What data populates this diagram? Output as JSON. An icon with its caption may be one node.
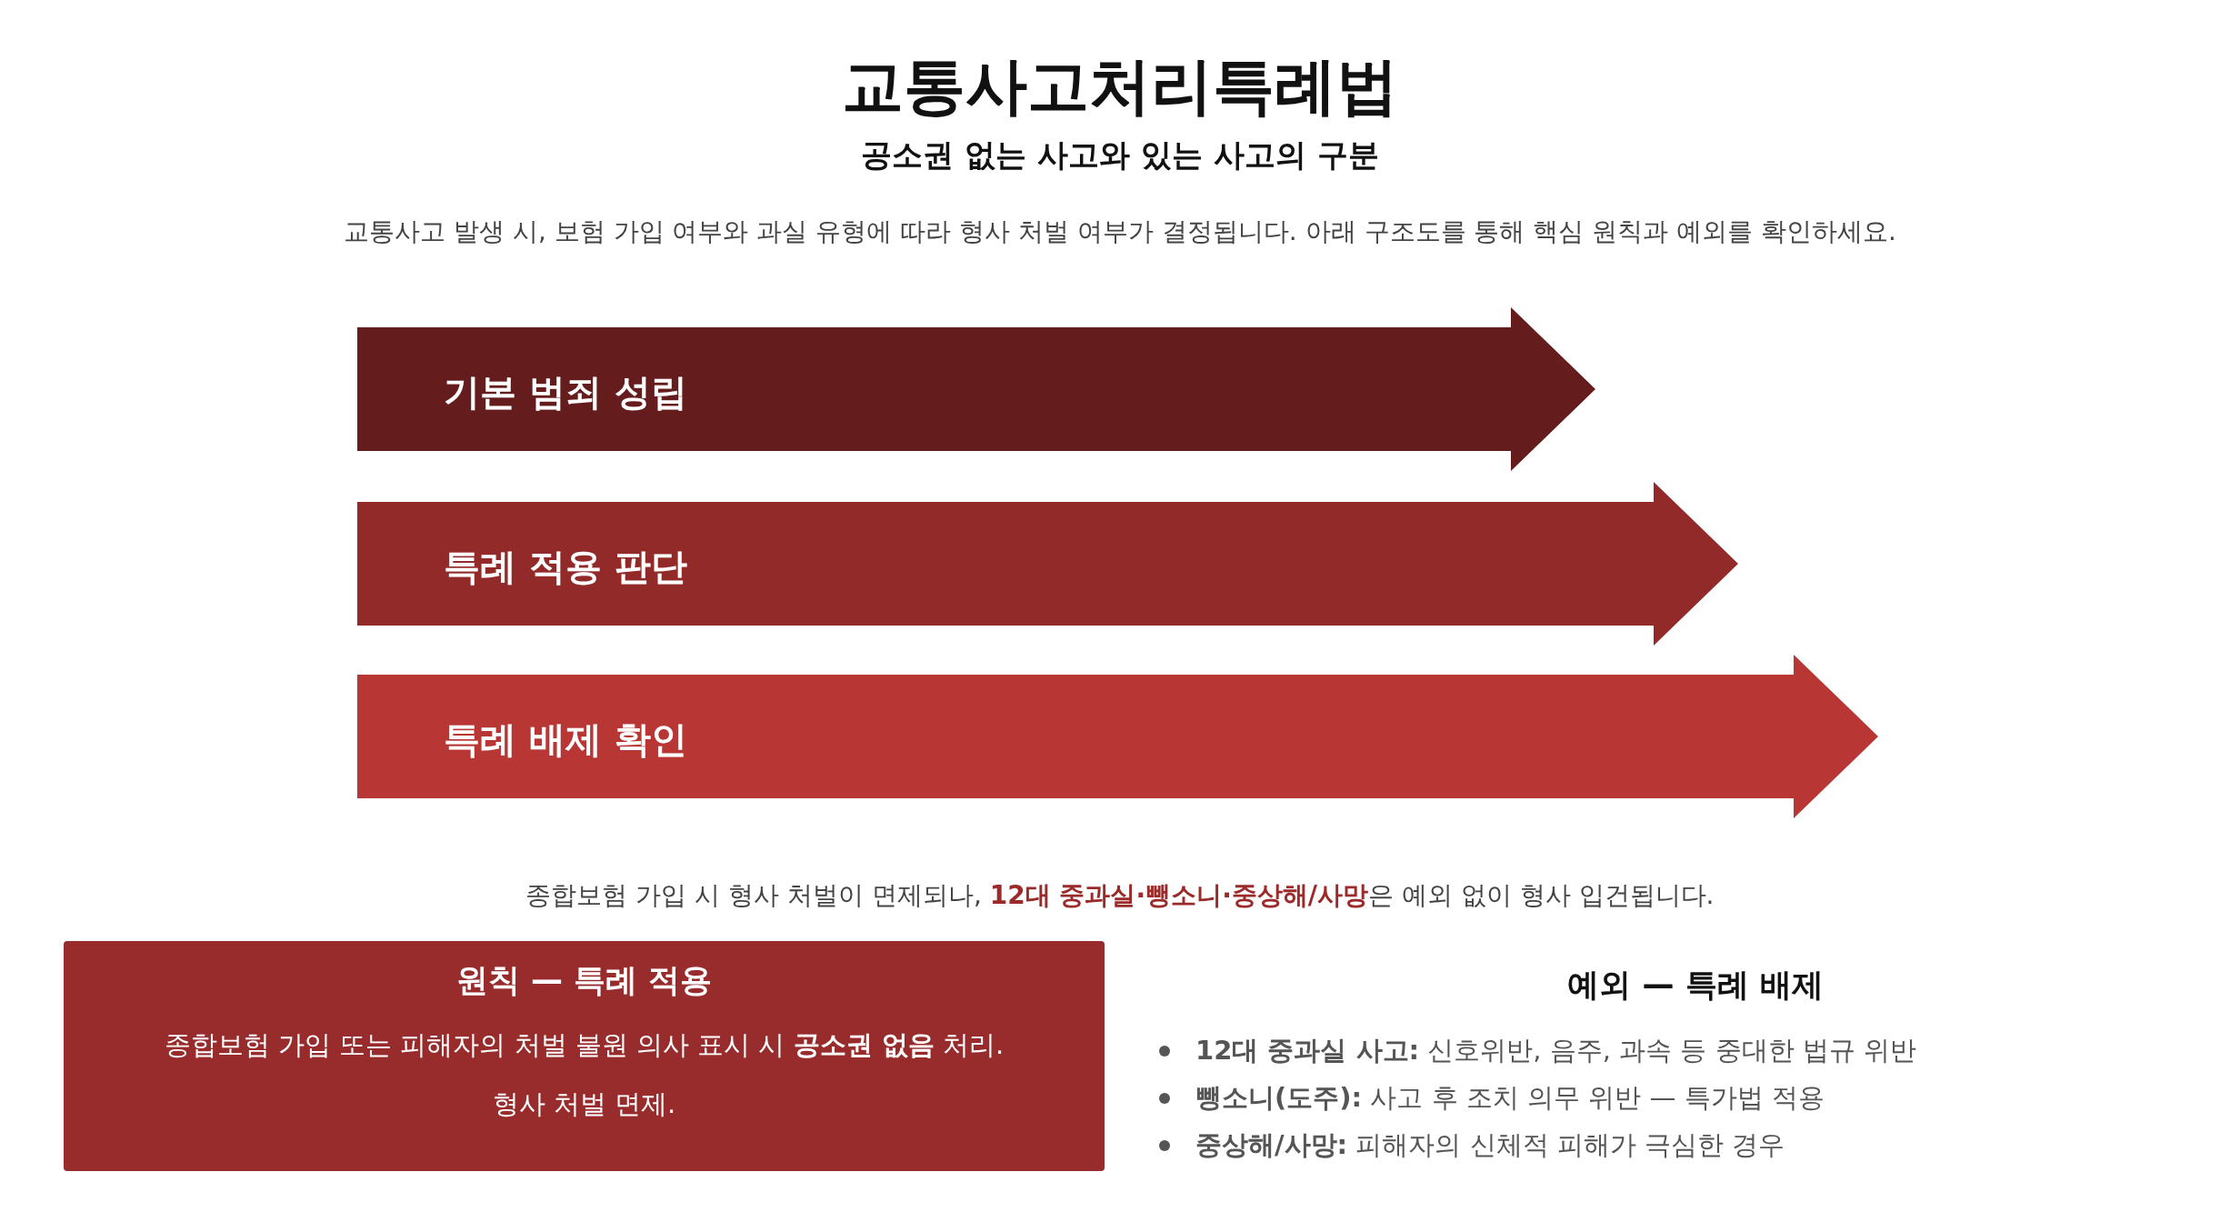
{
  "diagram": {
    "title": "교통사고처리특례법",
    "nodes": [
      {
        "text": [
          "기본 범죄 성립"
        ]
      },
      {
        "text": [
          "특례 적용 판단"
        ]
      },
      {
        "text": [
          "특례 배제 확인"
        ]
      },
      {
        "text": [
          "원칙 — 특례 적용",
          "종합보험 가입 또는 피해자의 처벌 불원 의사 표시 시 **공소권 없음** 처리.",
          "형사 처벌 면제."
        ]
      }
    ],
    "edges": [],
    "labels": [
      "공소권 없는 사고와 있는 사고의 구분",
      "교통사고 발생 시, 보험 가입 여부와 과실 유형에 따라 형사 처벌 여부가 결정됩니다. 아래 구조도를 통해 핵심 원칙과 예외를 확인하세요.",
      "종합보험 가입 시 형사 처벌이 면제되나, **12대 중과실·뺑소니·중상해/사망**은 예외 없이 형사 입건됩니다.",
      "예외 — 특례 배제",
      "**12대 중과실 사고:** 신호위반, 음주, 과속 등 중대한 법규 위반",
      "**뺑소니(도주):** 사고 후 조치 의무 위반 — 특가법 적용",
      "**중상해/사망:** 피해자의 신체적 피해가 극심한 경우"
    ]
  }
}
